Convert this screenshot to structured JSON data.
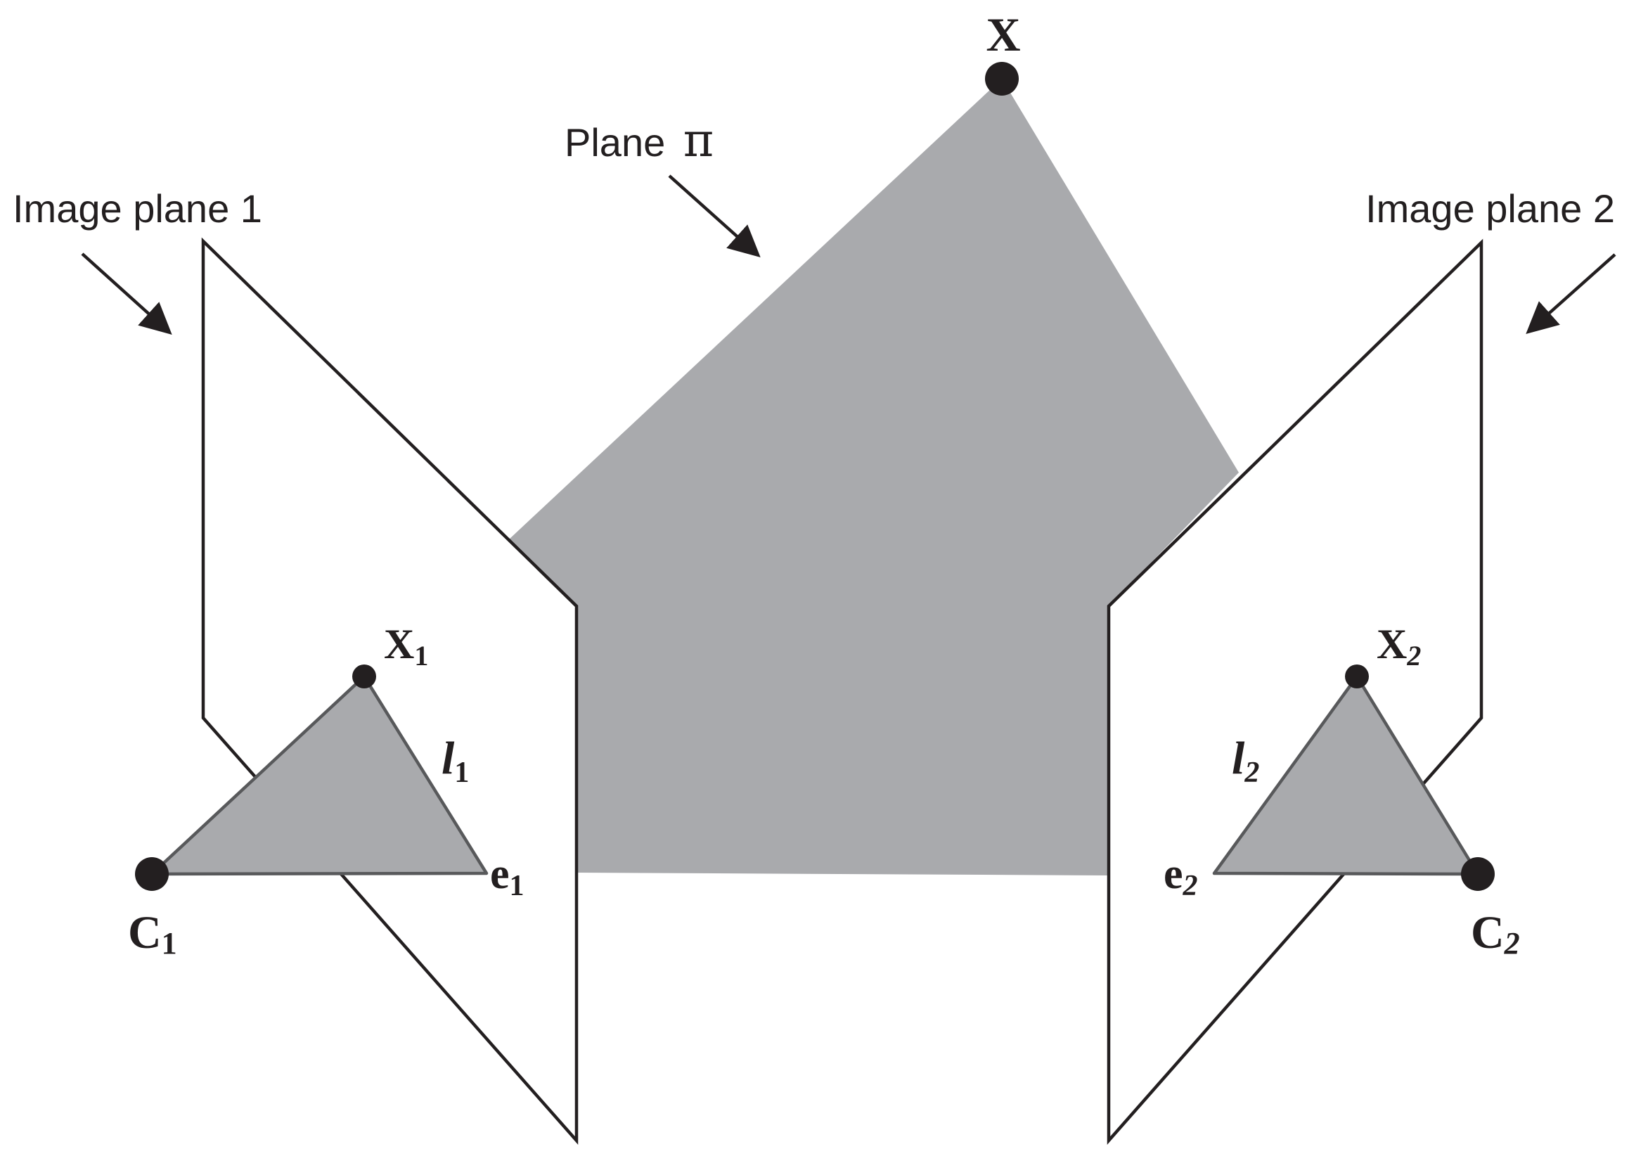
{
  "labels": {
    "point_x": "X",
    "plane_pi_word": "Plane",
    "plane_pi_symbol": "π",
    "image_plane_1": "Image plane 1",
    "image_plane_2": "Image plane 2",
    "x1_main": "X",
    "x1_sub": "1",
    "x2_main": "X",
    "x2_sub": "2",
    "l1_main": "l",
    "l1_sub": "1",
    "l2_main": "l",
    "l2_sub": "2",
    "e1_main": "e",
    "e1_sub": "1",
    "e2_main": "e",
    "e2_sub": "2",
    "c1_main": "C",
    "c1_sub": "1",
    "c2_main": "C",
    "c2_sub": "2"
  },
  "colors": {
    "plane_fill": "#a9aaad",
    "line": "#231f20",
    "background": "#ffffff"
  }
}
